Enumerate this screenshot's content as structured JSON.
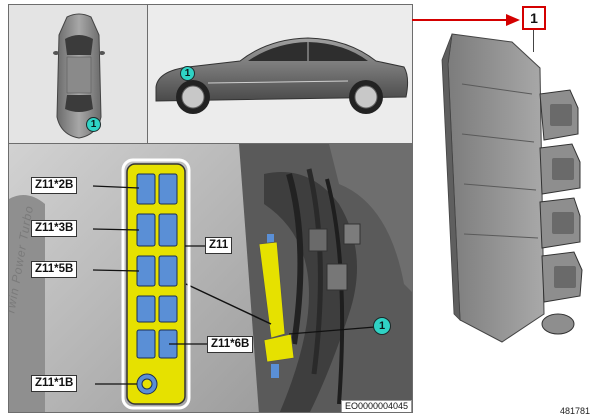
{
  "views": {
    "top_callout": "1",
    "side_callout": "1",
    "detail_callout": "1"
  },
  "part_label": "1",
  "connector_labels": {
    "z11_2b": "Z11*2B",
    "z11_3b": "Z11*3B",
    "z11": "Z11",
    "z11_5b": "Z11*5B",
    "z11_6b": "Z11*6B",
    "z11_1b": "Z11*1B"
  },
  "engine_cover_text": "Twin Power Turbo",
  "reference_code": "EO0000004045",
  "figure_number": "481781",
  "colors": {
    "highlight": "#e6e100",
    "callout": "#2fd3c5",
    "arrow": "#d40000",
    "connector_blue": "#5a8fd6"
  }
}
